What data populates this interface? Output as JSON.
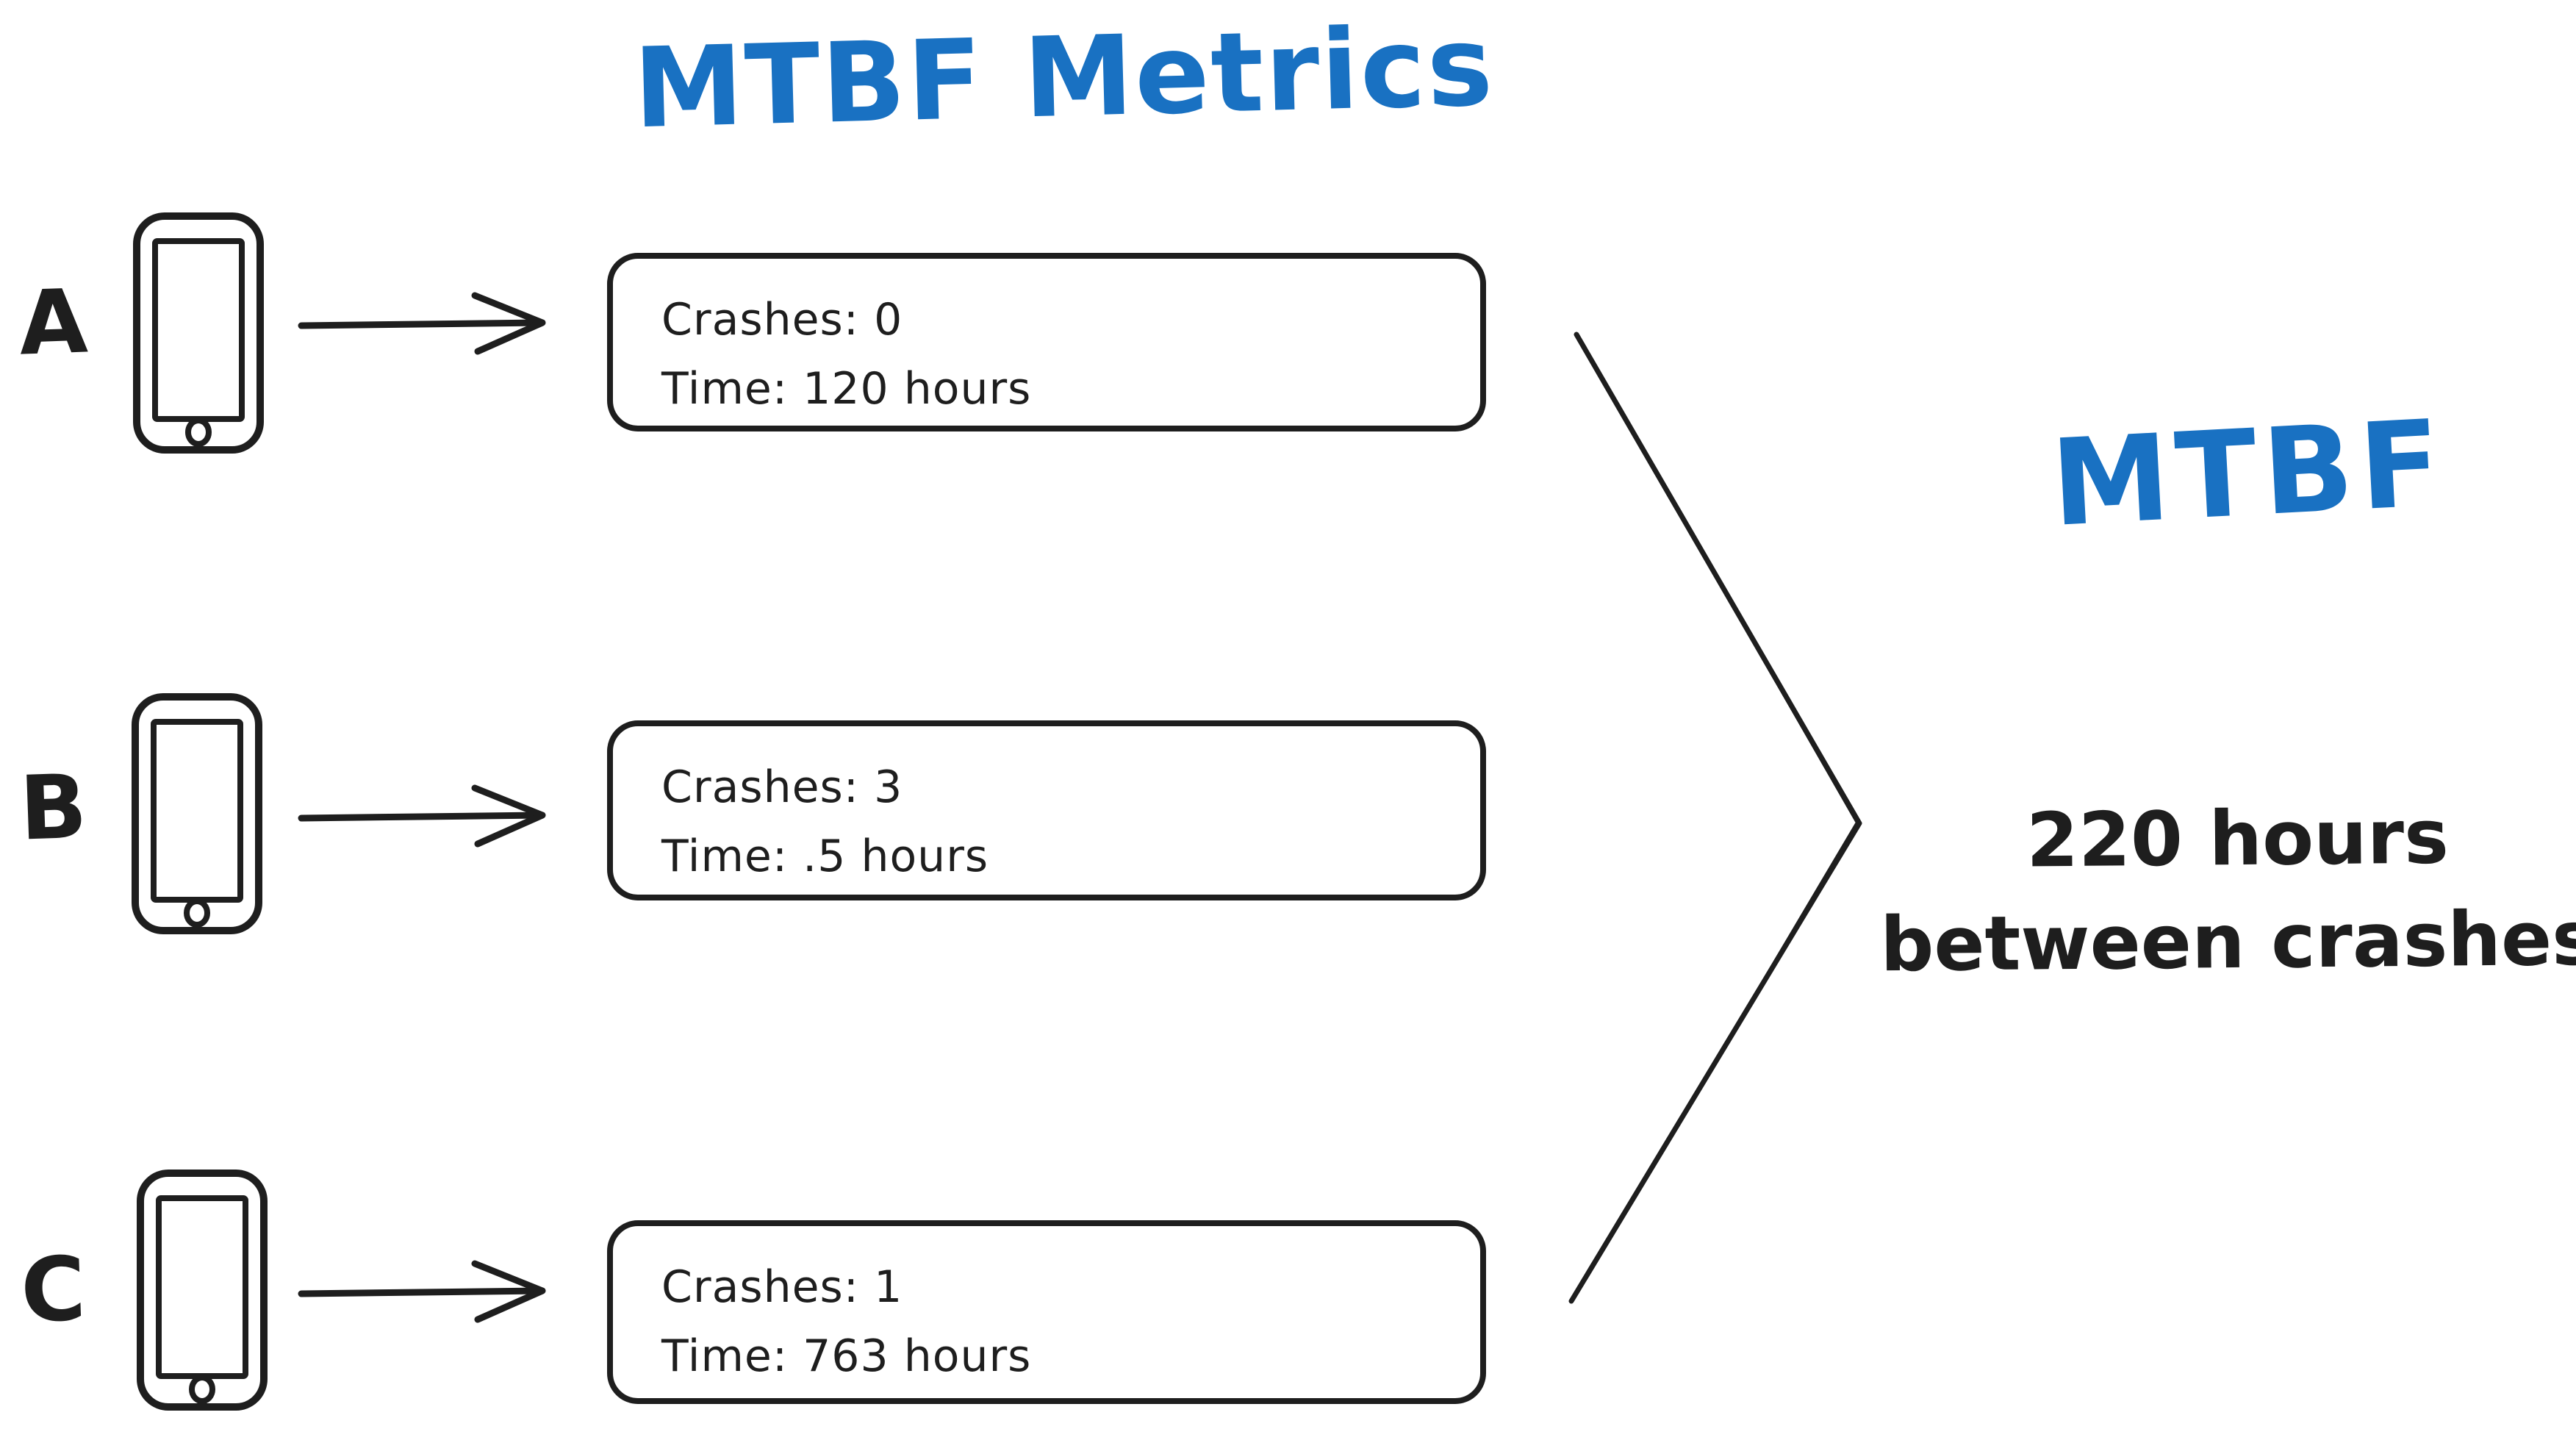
{
  "title": "MTBF Metrics",
  "colors": {
    "accent_blue": "#1971c2",
    "ink": "#1e1e1e",
    "background": "#ffffff"
  },
  "devices": [
    {
      "label": "A",
      "crashes": "Crashes: 0",
      "time": "Time: 120 hours"
    },
    {
      "label": "B",
      "crashes": "Crashes: 3",
      "time": "Time: .5 hours"
    },
    {
      "label": "C",
      "crashes": "Crashes: 1",
      "time": "Time: 763 hours"
    }
  ],
  "result": {
    "heading": "MTBF",
    "line1": "220 hours",
    "line2": "between crashes"
  },
  "icons": {
    "device": "smartphone-icon",
    "flow": "arrow-right-icon",
    "converge": "chevron-converge-icon"
  }
}
